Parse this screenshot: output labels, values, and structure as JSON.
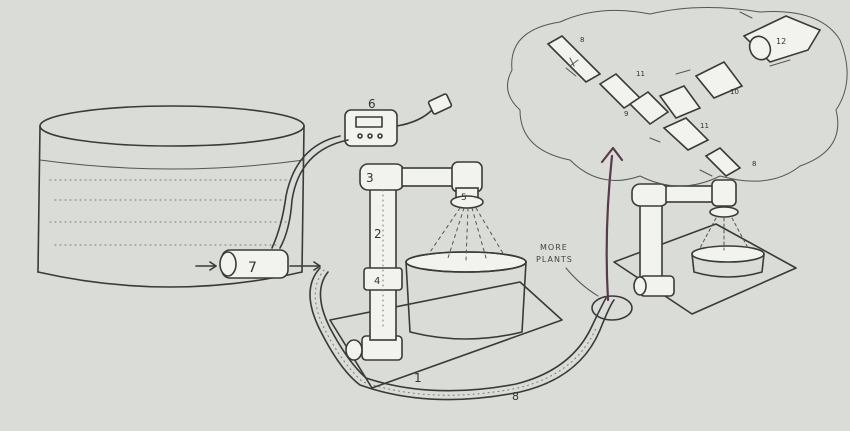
{
  "labels": {
    "base": "1",
    "pipe_vertical": "2",
    "elbow": "3",
    "coupling": "4",
    "spray_nozzle": "5",
    "timer": "6",
    "pump": "7",
    "tubing": "8",
    "nozzle_detail": "9",
    "union": "10",
    "fitting": "11",
    "tee": "12"
  },
  "annotation": {
    "line1": "MORE",
    "line2": "PLANTS"
  },
  "colors": {
    "paper": "#d9dcd7",
    "ink": "#3a3a3a",
    "pen_arrow": "#5a3a4a"
  }
}
